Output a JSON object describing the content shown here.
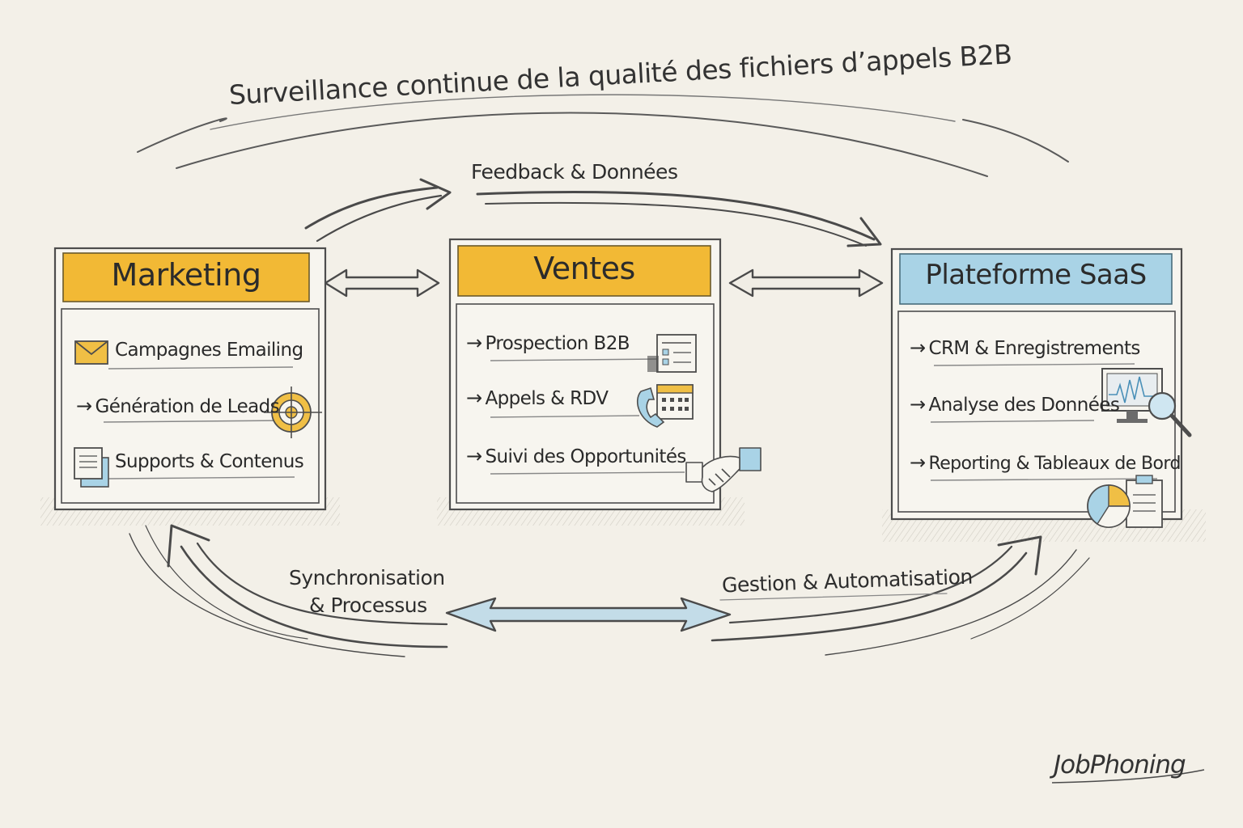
{
  "title": "Surveillance continue de la qualité des fichiers d’appels B2B",
  "arrows": {
    "top": "Feedback & Données",
    "bottom_left_line1": "Synchronisation",
    "bottom_left_line2": "& Processus",
    "bottom_right": "Gestion & Automatisation"
  },
  "boxes": {
    "marketing": {
      "header": "Marketing",
      "header_color": "#f2b935",
      "items": [
        "Campagnes Emailing",
        "Génération de Leads",
        "Supports & Contenus"
      ],
      "icons": [
        "envelope-icon",
        "target-icon",
        "documents-icon"
      ]
    },
    "ventes": {
      "header": "Ventes",
      "header_color": "#f2b935",
      "items": [
        "Prospection B2B",
        "Appels & RDV",
        "Suivi des Opportunités"
      ],
      "icons": [
        "checklist-icon",
        "phone-calendar-icon",
        "handshake-icon"
      ]
    },
    "saas": {
      "header": "Plateforme SaaS",
      "header_color": "#a9d3e6",
      "items": [
        "CRM & Enregistrements",
        "Analyse des Données",
        "Reporting & Tableaux de Bord"
      ],
      "icons": [
        "monitor-magnifier-icon",
        "pie-chart-clipboard-icon"
      ]
    }
  },
  "logo": "JobPhoning"
}
